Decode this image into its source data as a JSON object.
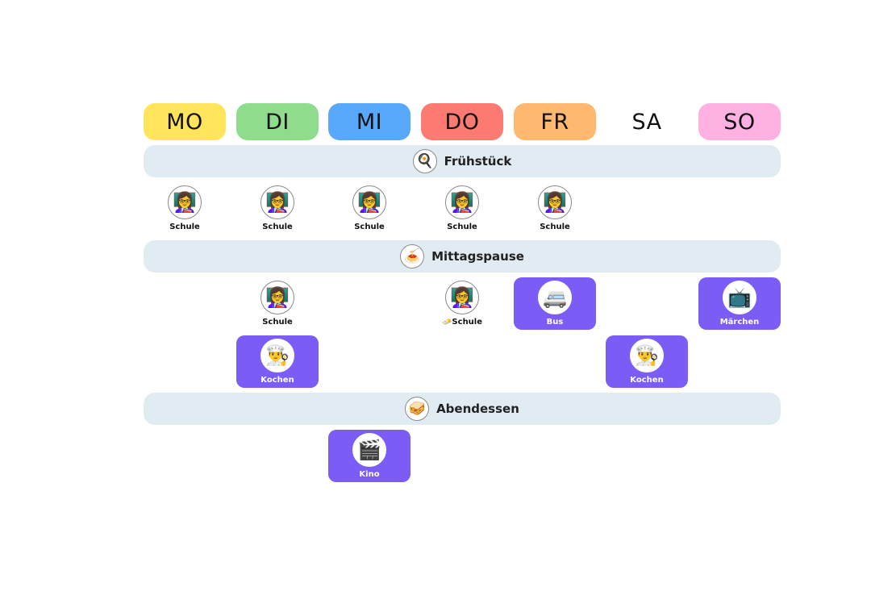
{
  "days": [
    {
      "label": "MO",
      "color": "#ffe45c"
    },
    {
      "label": "DI",
      "color": "#8edc8c"
    },
    {
      "label": "MI",
      "color": "#58a9fb"
    },
    {
      "label": "DO",
      "color": "#fd7a72"
    },
    {
      "label": "FR",
      "color": "#ffb870"
    },
    {
      "label": "SA",
      "color": "#ffffff"
    },
    {
      "label": "SO",
      "color": "#ffb2e2"
    }
  ],
  "sections": [
    {
      "label": "Frühstück",
      "icon": "frying-pan-icon",
      "glyph": "🍳"
    },
    {
      "label": "Mittagspause",
      "icon": "spaghetti-icon",
      "glyph": "🍝"
    },
    {
      "label": "Abendessen",
      "icon": "sandwich-icon",
      "glyph": "🥪"
    }
  ],
  "activities": [
    {
      "label": "Schule",
      "icon": "teacher-icon",
      "glyph": "👩‍🏫",
      "day": "MO",
      "section": "Frühstück",
      "row": 1,
      "style": "plain"
    },
    {
      "label": "Schule",
      "icon": "teacher-icon",
      "glyph": "👩‍🏫",
      "day": "DI",
      "section": "Frühstück",
      "row": 1,
      "style": "plain"
    },
    {
      "label": "Schule",
      "icon": "teacher-icon",
      "glyph": "👩‍🏫",
      "day": "MI",
      "section": "Frühstück",
      "row": 1,
      "style": "plain"
    },
    {
      "label": "Schule",
      "icon": "teacher-icon",
      "glyph": "👩‍🏫",
      "day": "DO",
      "section": "Frühstück",
      "row": 1,
      "style": "plain"
    },
    {
      "label": "Schule",
      "icon": "teacher-icon",
      "glyph": "👩‍🏫",
      "day": "FR",
      "section": "Frühstück",
      "row": 1,
      "style": "plain"
    },
    {
      "label": "Schule",
      "icon": "teacher-icon",
      "glyph": "👩‍🏫",
      "day": "DI",
      "section": "Mittagspause",
      "row": 1,
      "style": "plain"
    },
    {
      "label": "🧈Schule",
      "icon": "teacher-icon",
      "glyph": "👩‍🏫",
      "day": "DO",
      "section": "Mittagspause",
      "row": 1,
      "style": "plain"
    },
    {
      "label": "Bus",
      "icon": "minibus-icon",
      "glyph": "🚐",
      "day": "FR",
      "section": "Mittagspause",
      "row": 1,
      "style": "filled"
    },
    {
      "label": "Märchen",
      "icon": "television-icon",
      "glyph": "📺",
      "day": "SO",
      "section": "Mittagspause",
      "row": 1,
      "style": "filled"
    },
    {
      "label": "Kochen",
      "icon": "cook-icon",
      "glyph": "👨‍🍳",
      "day": "DI",
      "section": "Mittagspause",
      "row": 2,
      "style": "filled"
    },
    {
      "label": "Kochen",
      "icon": "cook-icon",
      "glyph": "👨‍🍳",
      "day": "SA",
      "section": "Mittagspause",
      "row": 2,
      "style": "filled"
    },
    {
      "label": "Kino",
      "icon": "clapper-board-icon",
      "glyph": "🎬",
      "day": "MI",
      "section": "Abendessen",
      "row": 1,
      "style": "filled"
    }
  ]
}
